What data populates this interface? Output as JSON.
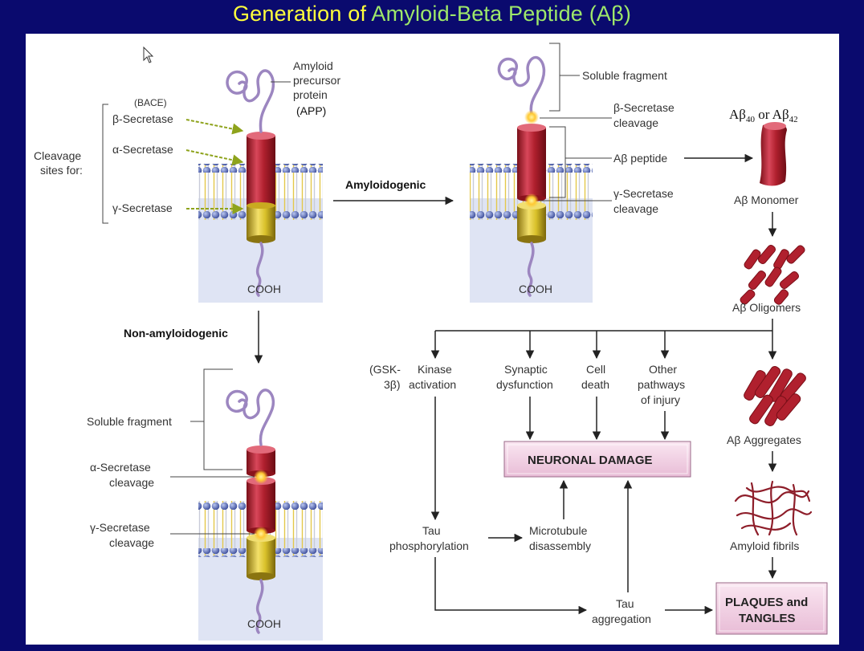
{
  "title": {
    "part1": "Generation of ",
    "part2": "Amyloid-Beta Peptide (Aβ)"
  },
  "app_panel": {
    "app_label": [
      "Amyloid",
      "precursor",
      "protein"
    ],
    "app_abbrev": "(APP)",
    "bace": "(BACE)",
    "beta_secretase": "β-Secretase",
    "alpha_secretase": "α-Secretase",
    "gamma_secretase": "γ-Secretase",
    "cleavage_sites": [
      "Cleavage",
      "sites for:"
    ],
    "cooh": "COOH"
  },
  "amyloidogenic": {
    "label": "Amyloidogenic",
    "soluble_fragment": "Soluble fragment",
    "beta_cleavage": [
      "β-Secretase",
      "cleavage"
    ],
    "abeta_peptide": "Aβ peptide",
    "gamma_cleavage": [
      "γ-Secretase",
      "cleavage"
    ],
    "cooh": "COOH"
  },
  "non_amyloidogenic": {
    "label": "Non-amyloidogenic",
    "soluble_fragment": "Soluble fragment",
    "alpha_cleavage": [
      "α-Secretase",
      "cleavage"
    ],
    "gamma_cleavage": [
      "γ-Secretase",
      "cleavage"
    ],
    "cooh": "COOH"
  },
  "aggregation": {
    "ab_forms": {
      "prefix": "Aβ",
      "sub1": "40",
      "mid": " or Aβ",
      "sub2": "42"
    },
    "monomer": "Aβ Monomer",
    "oligomers": "Aβ Oligomers",
    "aggregates": "Aβ Aggregates",
    "fibrils": "Amyloid fibrils"
  },
  "pathways": {
    "gsk": [
      "(GSK-",
      "3β)"
    ],
    "kinase": [
      "Kinase",
      "activation"
    ],
    "synaptic": [
      "Synaptic",
      "dysfunction"
    ],
    "cell_death": [
      "Cell",
      "death"
    ],
    "other": [
      "Other",
      "pathways",
      "of injury"
    ],
    "neuronal_damage": "NEURONAL DAMAGE",
    "tau_phos": [
      "Tau",
      "phosphorylation"
    ],
    "microtubule": [
      "Microtubule",
      "disassembly"
    ],
    "tau_agg": [
      "Tau",
      "aggregation"
    ],
    "plaques": [
      "PLAQUES and",
      "TANGLES"
    ]
  },
  "colors": {
    "background": "#0a0a6e",
    "title_yellow": "#ffff3c",
    "title_green": "#9ee86a",
    "app_purple": "#9c86c0",
    "peptide_red": "#b0202e",
    "cylinder_yellow": "#d9c12a",
    "lipid_blue": "#5a6fbc",
    "box_pink": "#f3d3e6"
  }
}
